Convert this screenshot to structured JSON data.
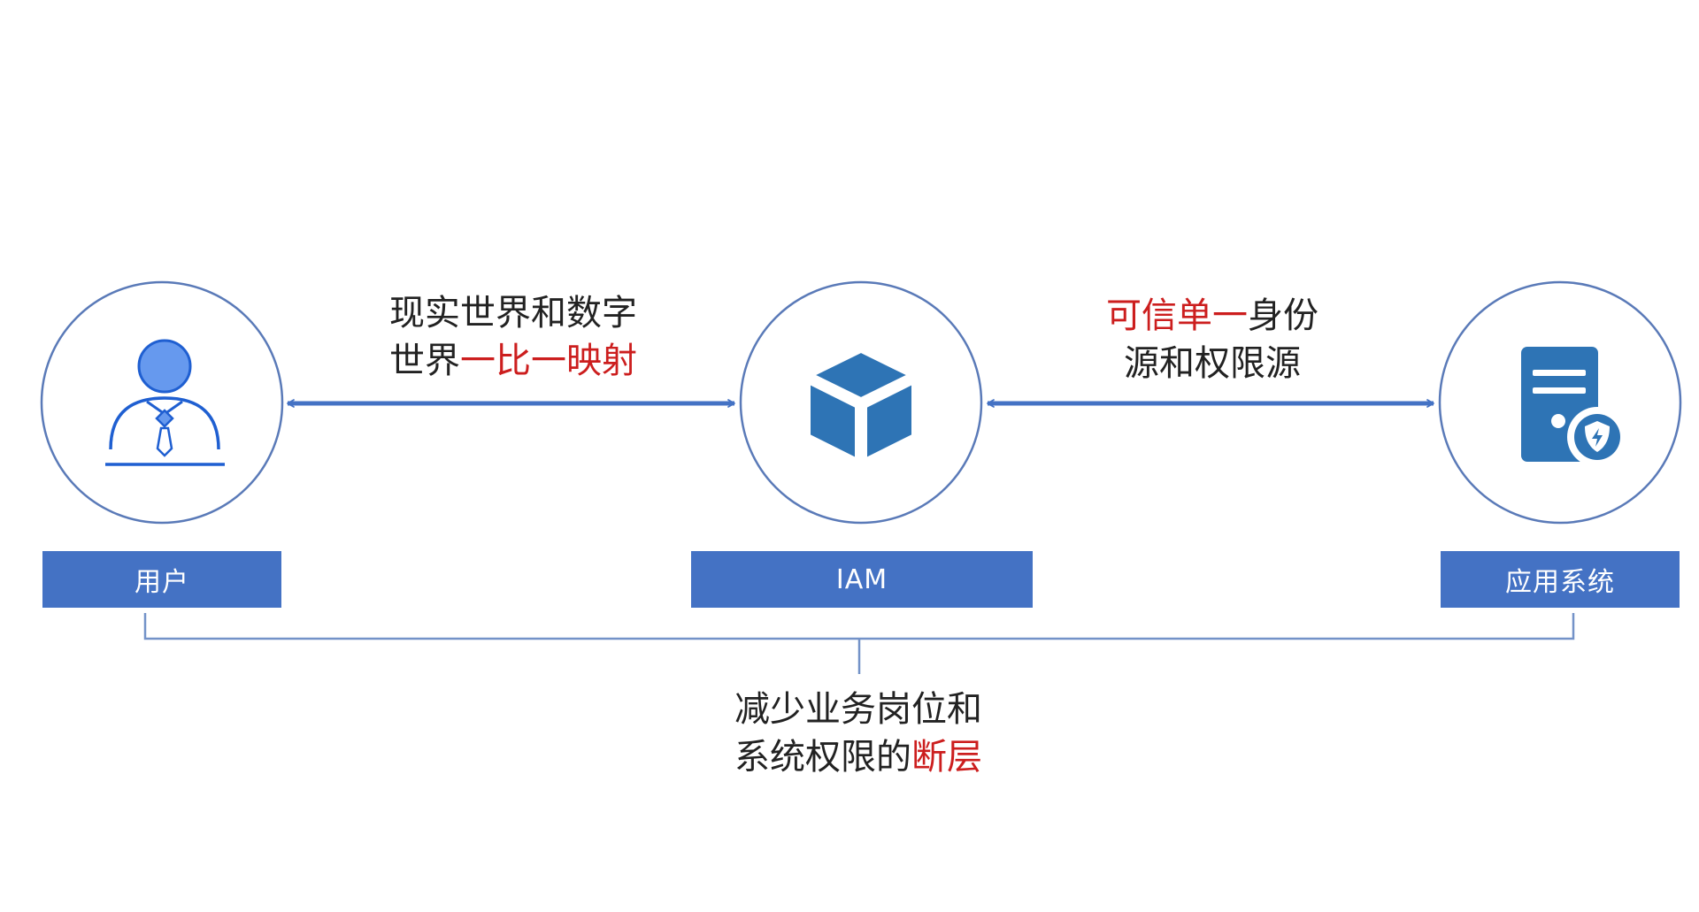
{
  "nodes": {
    "user": {
      "label": "用户",
      "icon": "user-icon"
    },
    "iam": {
      "label": "IAM",
      "icon": "cube-icon"
    },
    "app": {
      "label": "应用系统",
      "icon": "server-shield-icon"
    }
  },
  "captions": {
    "left": {
      "line1": "现实世界和数字",
      "line2_plain": "世界",
      "line2_highlight": "一比一映射"
    },
    "right": {
      "line1_highlight": "可信单一",
      "line1_plain": "身份",
      "line2": "源和权限源"
    },
    "bottom": {
      "line1": "减少业务岗位和",
      "line2_plain": "系统权限的",
      "line2_highlight": "断层"
    }
  },
  "colors": {
    "primary_blue": "#4472c4",
    "circle_stroke": "#5a7ab8",
    "icon_blue": "#2e74b5",
    "highlight_red": "#cc1e1e",
    "text_dark": "#222222"
  }
}
